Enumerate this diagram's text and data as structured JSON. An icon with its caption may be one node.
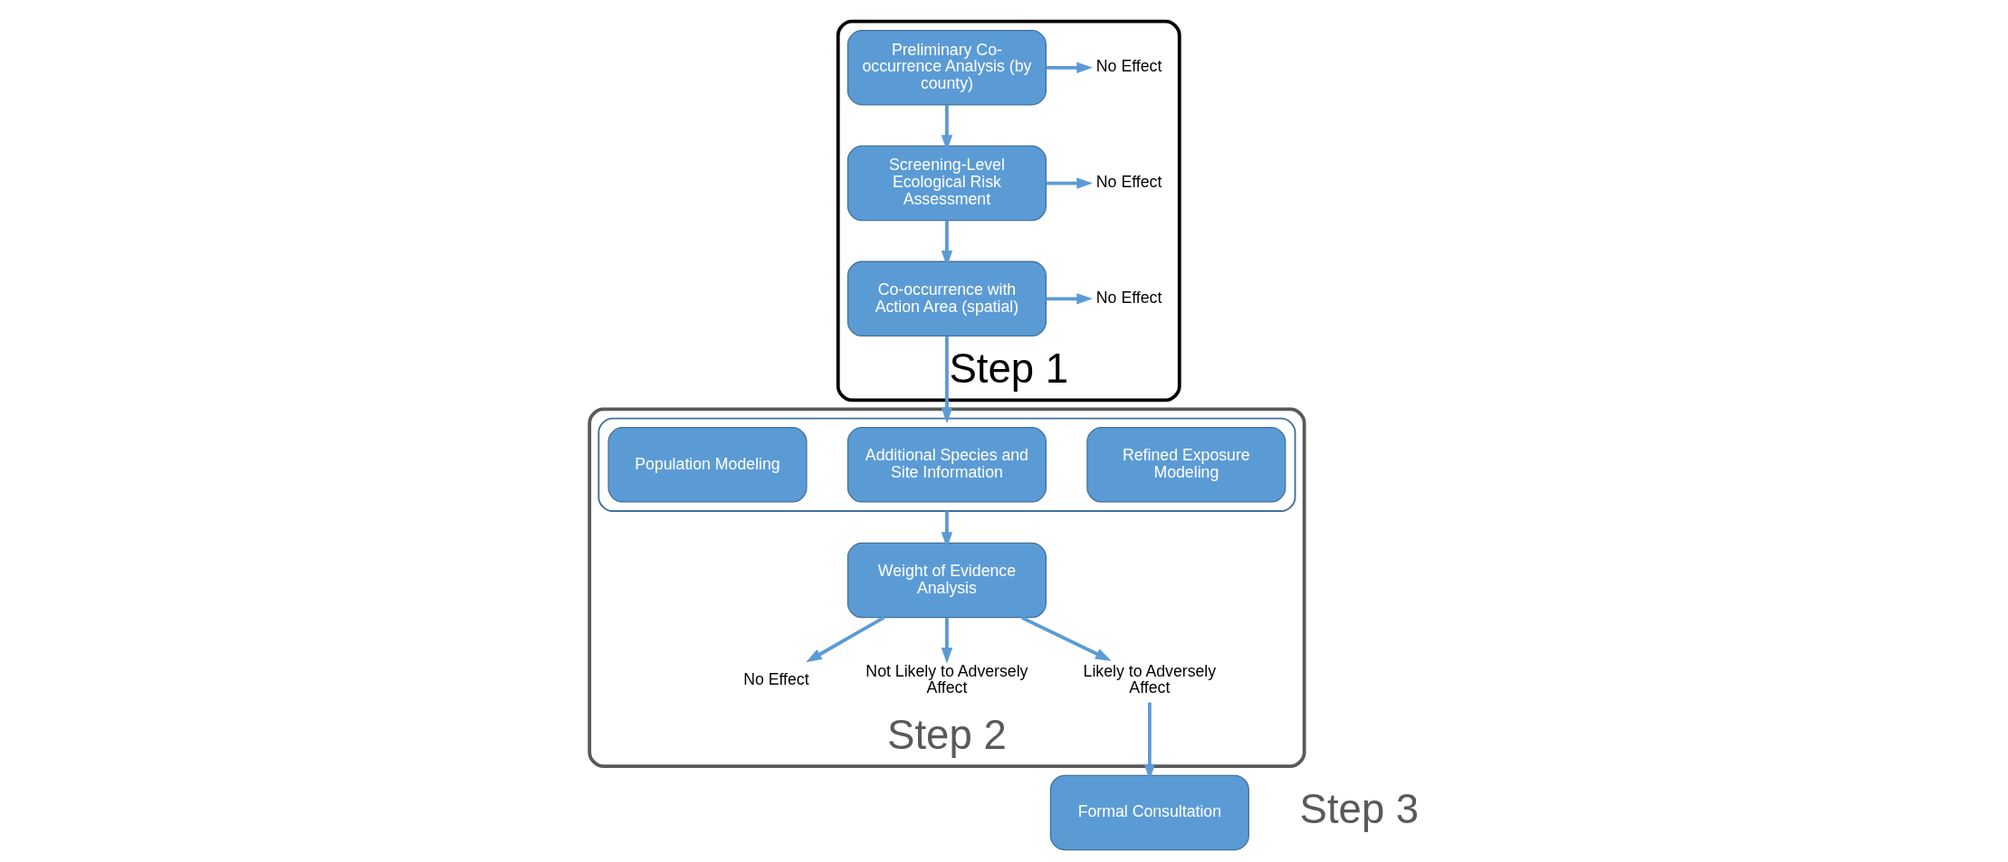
{
  "diagram": {
    "nodes": [
      {
        "text": [
          "Step 1"
        ]
      },
      {
        "text": [
          "Preliminary Co-occurrence Analysis (by county)"
        ],
        "in": 0
      },
      {
        "text": [
          "Screening-Level Ecological Risk Assessment"
        ],
        "in": 0
      },
      {
        "text": [
          "Co-occurrence with Action Area (spatial)"
        ],
        "in": 0
      },
      {
        "text": [
          "No Effect"
        ],
        "in": 0
      },
      {
        "text": [
          "No Effect"
        ],
        "in": 0
      },
      {
        "text": [
          "No Effect"
        ],
        "in": 0
      },
      {
        "text": [
          "Step 2"
        ]
      },
      {
        "text": [],
        "shape": "box",
        "in": 7
      },
      {
        "text": [
          "Refined Exposure Modeling"
        ],
        "in": 8
      },
      {
        "text": [
          "Additional Species and Site Information"
        ],
        "in": 8
      },
      {
        "text": [
          "Population Modeling"
        ],
        "in": 8
      },
      {
        "text": [
          "Weight of Evidence Analysis"
        ],
        "in": 7
      },
      {
        "text": [
          "No Effect"
        ],
        "in": 7
      },
      {
        "text": [
          "Not Likely to Adversely Affect"
        ],
        "in": 7
      },
      {
        "text": [
          "Likely to Adversely Affect"
        ],
        "in": 7
      },
      {
        "text": [
          "Formal Consultation"
        ],
        "beside": [
          "Step 3"
        ]
      }
    ],
    "edges": [
      {
        "from": 1,
        "to": 4,
        "arrow": "to"
      },
      {
        "from": 1,
        "to": 2,
        "arrow": "to"
      },
      {
        "from": 2,
        "to": 5,
        "arrow": "to"
      },
      {
        "from": 2,
        "to": 3,
        "arrow": "to"
      },
      {
        "from": 3,
        "to": 6,
        "arrow": "to"
      },
      {
        "from": 3,
        "to": 8,
        "arrow": "to"
      },
      {
        "from": 8,
        "to": 12,
        "arrow": "to"
      },
      {
        "from": 12,
        "to": 13,
        "arrow": "to"
      },
      {
        "from": 12,
        "to": 14,
        "arrow": "to"
      },
      {
        "from": 12,
        "to": 15,
        "arrow": "to"
      },
      {
        "from": 15,
        "to": 16,
        "arrow": "to"
      }
    ]
  }
}
